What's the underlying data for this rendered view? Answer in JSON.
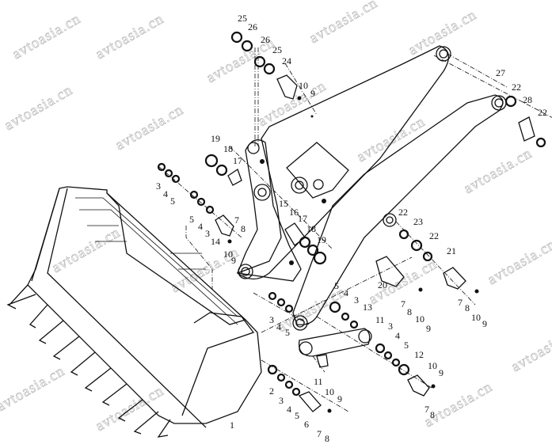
{
  "watermark": "avtoasia.cn",
  "labels": [
    "25",
    "26",
    "26",
    "25",
    "24",
    "10",
    "9",
    "27",
    "22",
    "28",
    "22",
    "19",
    "18",
    "17",
    "3",
    "4",
    "5",
    "5",
    "4",
    "3",
    "7",
    "8",
    "14",
    "10",
    "9",
    "15",
    "16",
    "17",
    "18",
    "19",
    "22",
    "23",
    "22",
    "21",
    "20",
    "7",
    "8",
    "10",
    "9",
    "7",
    "8",
    "10",
    "9",
    "5",
    "4",
    "3",
    "13",
    "3",
    "4",
    "5",
    "11",
    "3",
    "4",
    "5",
    "11",
    "12",
    "10",
    "9",
    "7",
    "8",
    "2",
    "3",
    "4",
    "5",
    "6",
    "7",
    "8",
    "10",
    "9",
    "1"
  ]
}
